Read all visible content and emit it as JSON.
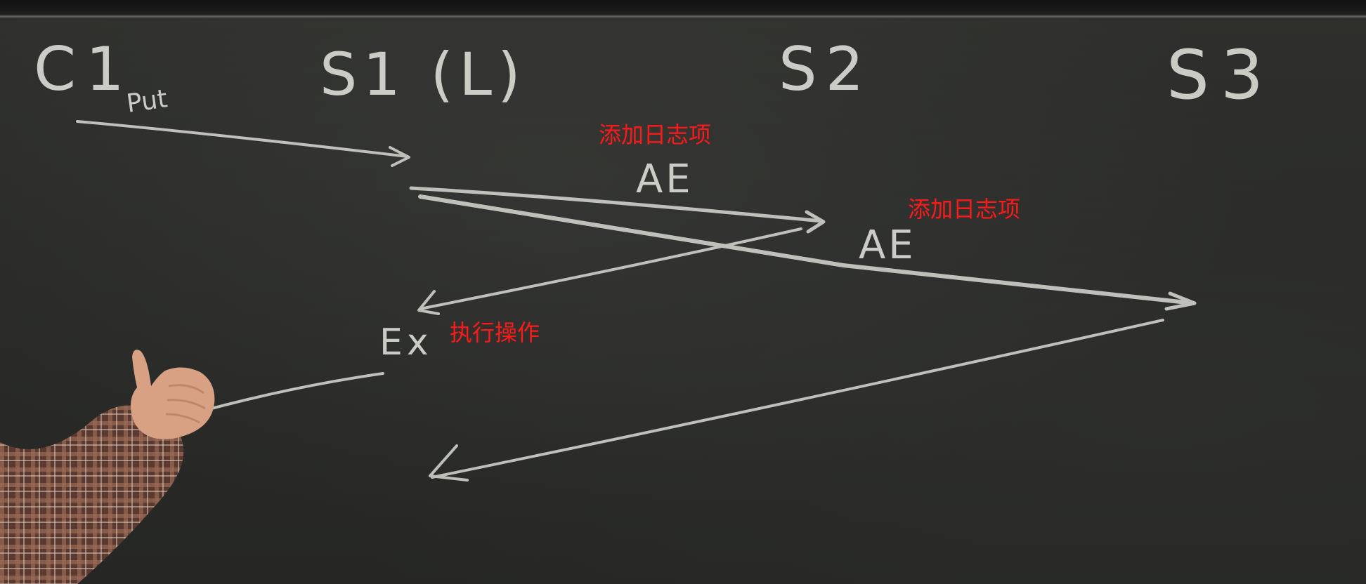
{
  "board": {
    "labels": {
      "client": "C1",
      "leader": "S1 (L)",
      "server2": "S2",
      "server3": "S3",
      "put": "Put",
      "ae_first": "AE",
      "ae_second": "AE",
      "execute": "Ex"
    }
  },
  "annotations": {
    "append_entry_1": "添加日志项",
    "append_entry_2": "添加日志项",
    "execute_operation": "执行操作"
  },
  "colors": {
    "board": "#2b2c2a",
    "chalk": "#d9d9d4",
    "annotation": "#ff1a1a",
    "shirt_plaid": "#8a5a48",
    "skin": "#e0a98a"
  }
}
